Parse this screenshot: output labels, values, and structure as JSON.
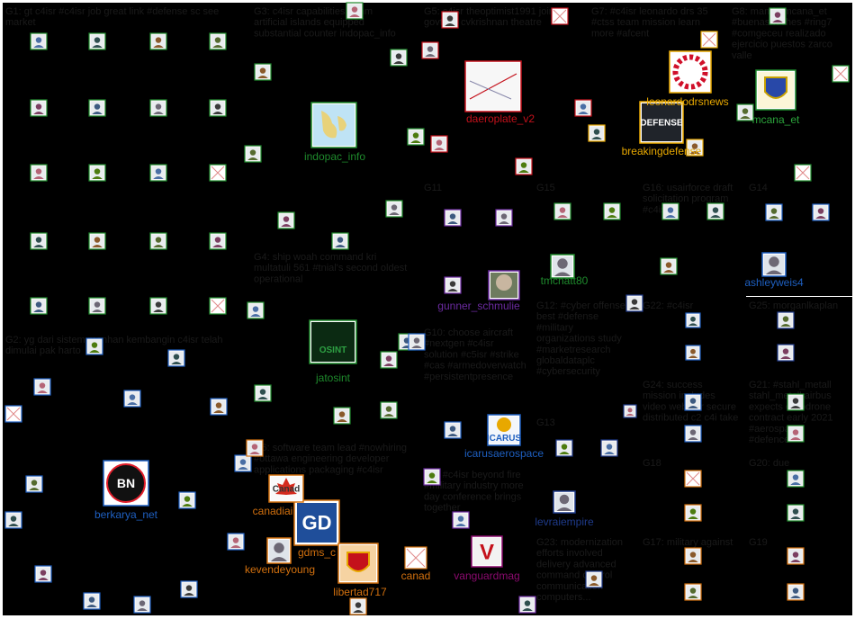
{
  "groups": [
    {
      "id": "G1",
      "lines": [
        "G1: gt c4isr #c4isr job great link #defense sc see",
        "market"
      ]
    },
    {
      "id": "G2",
      "lines": [
        "G2: yg dari sistem menhan kembangin c4isr telah",
        "dimulai pak harto"
      ]
    },
    {
      "id": "G3",
      "lines": [
        "G3: c4isr capabilities dahm",
        "artificial islands equipped",
        "substantial counter indopac_info"
      ]
    },
    {
      "id": "G4",
      "lines": [
        "G4: ship woah command kri",
        "multatuli 561 #tnial's second oldest",
        "operational"
      ]
    },
    {
      "id": "G5",
      "lines": [
        "G5: c4isr theoptimist1991 joint",
        "govt file cvkrishnan theatre"
      ]
    },
    {
      "id": "G6",
      "lines": [
        "G6: software team lead #nowhiring",
        "#ottawa engineering developer",
        "applications packaging #c4isr"
      ]
    },
    {
      "id": "G7",
      "lines": [
        "G7: #c4isr leonardo drs 35",
        "#ctss team mission learn",
        "more #afcent"
      ]
    },
    {
      "id": "G8",
      "lines": [
        "G8: mando mcana_et",
        "#buenasnoches #ring7",
        "#comgeceu realizado",
        "ejercicio puestos zarco",
        "valle"
      ]
    },
    {
      "id": "G9",
      "lines": [
        "G9: #c4isr beyond fire",
        "#military industry more",
        "day conference brings",
        "together"
      ]
    },
    {
      "id": "G10",
      "lines": [
        "G10: choose aircraft",
        "#nextgen #c4isr",
        "solution #c5isr #strike",
        "#cas #armedoverwatch",
        "#persistentpresence"
      ]
    },
    {
      "id": "G11",
      "lines": [
        "G11"
      ]
    },
    {
      "id": "G12",
      "lines": [
        "G12: #cyber offense",
        "best #defense",
        "#military",
        "organizations study",
        "#marketresearch",
        "globaldataplc",
        "#cybersecurity"
      ]
    },
    {
      "id": "G13",
      "lines": [
        "G13"
      ]
    },
    {
      "id": "G14",
      "lines": [
        "G14"
      ]
    },
    {
      "id": "G15",
      "lines": [
        "G15"
      ]
    },
    {
      "id": "G16",
      "lines": [
        "G16: usairforce draft",
        "solicitation program",
        "#c4isr"
      ]
    },
    {
      "id": "G17",
      "lines": [
        "G17: military against"
      ]
    },
    {
      "id": "G18",
      "lines": [
        "G18"
      ]
    },
    {
      "id": "G19",
      "lines": [
        "G19"
      ]
    },
    {
      "id": "G20",
      "lines": [
        "G20: due"
      ]
    },
    {
      "id": "G21",
      "lines": [
        "G21: #stahl_metall",
        "stahl_metall airbus",
        "expects eurodrone",
        "contract early 2021",
        "#aerospace",
        "#defence"
      ]
    },
    {
      "id": "G22",
      "lines": [
        "G22: #c4isr"
      ]
    },
    {
      "id": "G23",
      "lines": [
        "G23: modernization",
        "efforts involved",
        "delivery advanced",
        "command control",
        "communication",
        "computers..."
      ]
    },
    {
      "id": "G24",
      "lines": [
        "G24: success",
        "mission includes",
        "video webinar secure",
        "distributed c2 c4i take"
      ]
    },
    {
      "id": "G25",
      "lines": [
        "G25: morganlkaplan"
      ]
    }
  ],
  "node_labels": [
    {
      "id": "indopac_info",
      "text": "indopac_info",
      "color": "#1e8a2c"
    },
    {
      "id": "daeroplate_v2",
      "text": "daeroplate_v2",
      "color": "#c4111b"
    },
    {
      "id": "leonardodrsnews",
      "text": "leonardodrsnews",
      "color": "#e8a800"
    },
    {
      "id": "breakingdefense",
      "text": "breakingdefense",
      "color": "#e8a800"
    },
    {
      "id": "mcana_et",
      "text": "mcana_et",
      "color": "#2ba33b"
    },
    {
      "id": "jatosint",
      "text": "jatosint",
      "color": "#1e8a2c"
    },
    {
      "id": "gunner_schmulie",
      "text": "gunner_schmulie",
      "color": "#6b2aa0"
    },
    {
      "id": "tmcnatt80",
      "text": "tmcnatt80",
      "color": "#1e8a2c"
    },
    {
      "id": "ashleyweis4",
      "text": "ashleyweis4",
      "color": "#1e5fc0"
    },
    {
      "id": "berkarya_net",
      "text": "berkarya_net",
      "color": "#1e5fc0"
    },
    {
      "id": "canadiai",
      "text": "canadiai",
      "color": "#d2700e"
    },
    {
      "id": "gdms_c",
      "text": "gdms_c",
      "color": "#d2700e"
    },
    {
      "id": "kevendeyoung",
      "text": "kevendeyoung",
      "color": "#d2700e"
    },
    {
      "id": "libertad717",
      "text": "libertad717",
      "color": "#d2700e"
    },
    {
      "id": "canad",
      "text": "canad",
      "color": "#d2700e"
    },
    {
      "id": "icarusaerospace",
      "text": "icarusaerospace",
      "color": "#1e5fc0"
    },
    {
      "id": "vanguardmag",
      "text": "vanguardmag",
      "color": "#8b0a6e"
    },
    {
      "id": "levraiempire",
      "text": "levraiempire",
      "color": "#1e3a8a"
    }
  ],
  "logos": {
    "gdms": "GD",
    "jatosint": "OSINT",
    "breakingdefense": "DEFENSE",
    "icarus": "ICARUS",
    "vanguard": "V",
    "berkarya": "BN",
    "canad": "Canad"
  },
  "node_colors": {
    "green": "#1e8a2c",
    "red": "#c4111b",
    "orange": "#d2700e",
    "yellow": "#e8a800",
    "blue": "#1e5fc0",
    "purple": "#6b2aa0",
    "magenta": "#8b0a6e",
    "navy": "#1e3a8a",
    "grey": "#b4b4b4"
  },
  "icons": [
    "user-avatar-icon",
    "broken-image-icon",
    "logo-icon",
    "self-loop-icon"
  ]
}
